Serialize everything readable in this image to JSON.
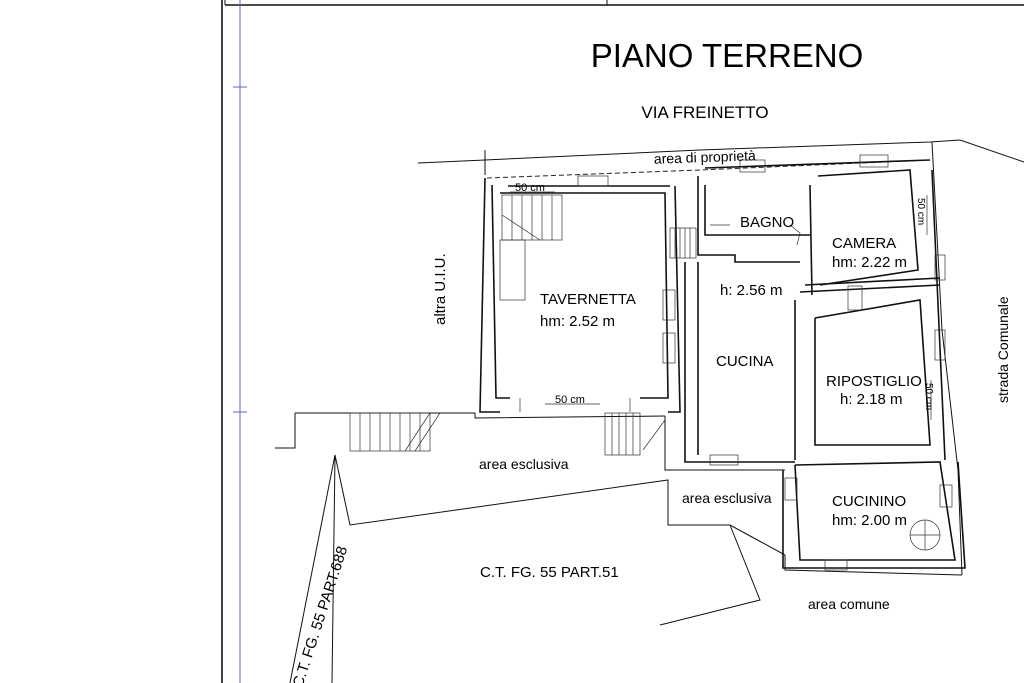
{
  "title": "PIANO TERRENO",
  "street": "VIA FREINETTO",
  "rooms": {
    "tavernetta": {
      "name": "TAVERNETTA",
      "height": "hm: 2.52 m"
    },
    "bagno": {
      "name": "BAGNO"
    },
    "camera": {
      "name": "CAMERA",
      "height": "hm: 2.22 m"
    },
    "cucina": {
      "name": "CUCINA",
      "height": "h: 2.56 m"
    },
    "ripostiglio": {
      "name": "RIPOSTIGLIO",
      "height": "h: 2.18 m"
    },
    "cucinino": {
      "name": "CUCININO",
      "height": "hm: 2.00 m"
    }
  },
  "areas": {
    "proprieta": "area di proprietà",
    "esclusiva_1": "area esclusiva",
    "esclusiva_2": "area esclusiva",
    "comune": "area comune",
    "altra_uiu": "altra U.I.U.",
    "strada_comunale": "strada Comunale"
  },
  "parcels": {
    "part51": "C.T. FG. 55 PART.51",
    "part688": "C.T. FG. 55 PART.688"
  },
  "dimensions": {
    "top_50": "50 cm",
    "bottom_50": "50 cm",
    "right_50a": "50 cm",
    "right_50b": "50 cm"
  }
}
